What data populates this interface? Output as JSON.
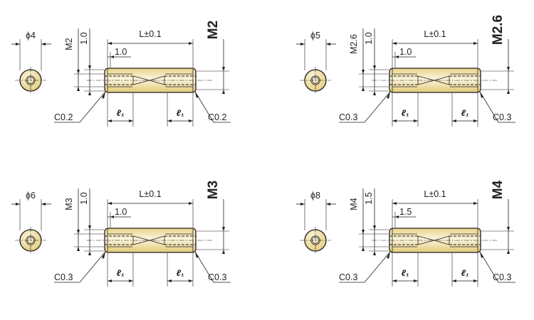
{
  "colors": {
    "body_fill": "#f2e3a3",
    "body_gradient_light": "#fbf5dc",
    "line": "#231f20"
  },
  "common": {
    "length_label": "L±0.1",
    "ell_label": "ℓ₁"
  },
  "variants": [
    {
      "diameter_label": "ϕ4",
      "thread_small": "M2",
      "thread_large": "M2",
      "depth_label": "1.0",
      "offset_label": "1.0",
      "chamfer_left": "C0.2",
      "chamfer_right": "C0.2"
    },
    {
      "diameter_label": "ϕ5",
      "thread_small": "M2.6",
      "thread_large": "M2.6",
      "depth_label": "1.0",
      "offset_label": "1.0",
      "chamfer_left": "C0.3",
      "chamfer_right": "C0.3"
    },
    {
      "diameter_label": "ϕ6",
      "thread_small": "M3",
      "thread_large": "M3",
      "depth_label": "1.0",
      "offset_label": "1.0",
      "chamfer_left": "C0.3",
      "chamfer_right": "C0.3"
    },
    {
      "diameter_label": "ϕ8",
      "thread_small": "M4",
      "thread_large": "M4",
      "depth_label": "1.5",
      "offset_label": "1.5",
      "chamfer_left": "C0.3",
      "chamfer_right": "C0.3"
    }
  ]
}
